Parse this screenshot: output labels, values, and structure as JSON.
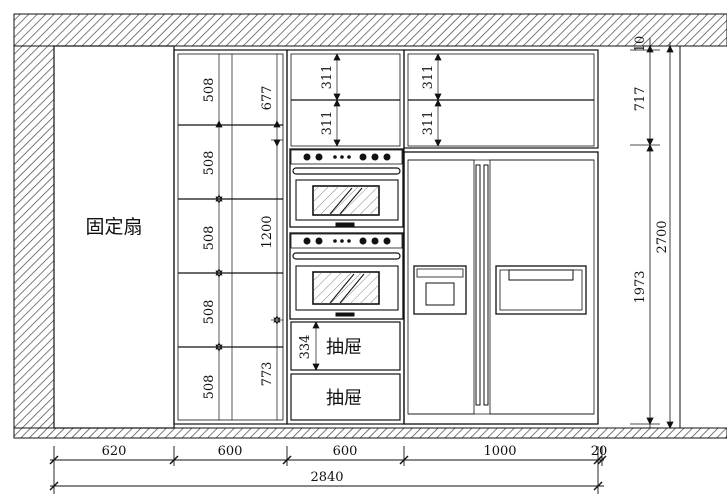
{
  "labels": {
    "fixed_panel": "固定扇",
    "drawer_upper": "抽屉",
    "drawer_lower": "抽屉"
  },
  "bottom_dims": {
    "d620": "620",
    "d600a": "600",
    "d600b": "600",
    "d1000": "1000",
    "d20": "20",
    "total": "2840"
  },
  "left_cabinet_dims": {
    "s1": "508",
    "s2": "508",
    "s3": "508",
    "s4": "508",
    "s5": "508",
    "v677": "677",
    "v1200": "1200",
    "v773": "773"
  },
  "middle_dims": {
    "t1": "311",
    "t2": "311",
    "drawer": "334"
  },
  "fridge_top_dims": {
    "t1": "311",
    "t2": "311"
  },
  "right_dims": {
    "d10": "10",
    "d717": "717",
    "d1973": "1973",
    "d2700": "2700"
  },
  "colors": {
    "line": "#111111",
    "hatch": "#333333",
    "glass": "#555555"
  }
}
